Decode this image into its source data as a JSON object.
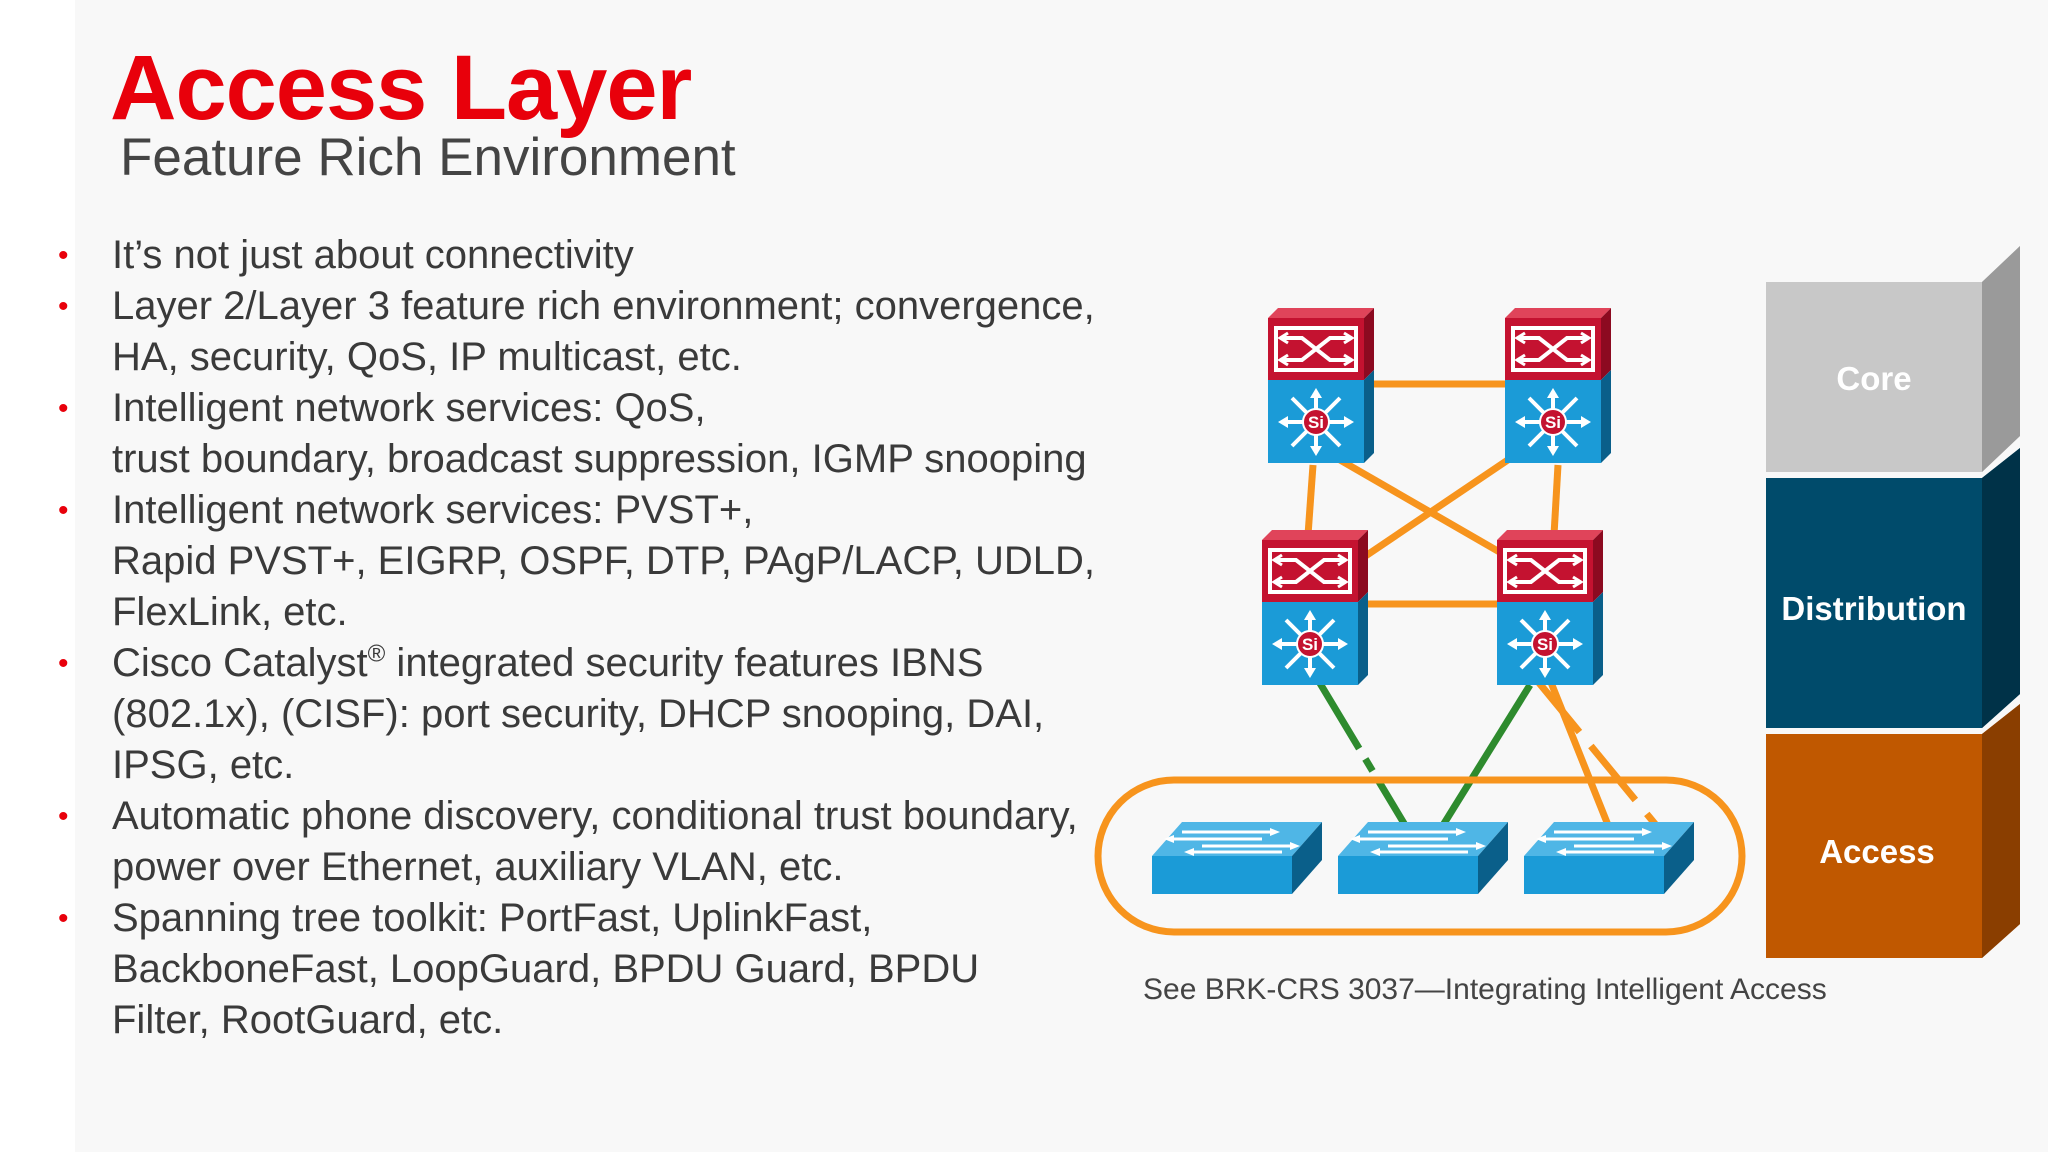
{
  "title": "Access Layer",
  "subtitle": "Feature Rich Environment",
  "bullets": [
    {
      "lines": "It’s not just about connectivity",
      "sup": "",
      "after": ""
    },
    {
      "lines": "Layer 2/Layer 3 feature rich environment; convergence,\nHA, security, QoS, IP multicast, etc.",
      "sup": "",
      "after": ""
    },
    {
      "lines": "Intelligent network services: QoS,\ntrust boundary, broadcast suppression, IGMP snooping",
      "sup": "",
      "after": ""
    },
    {
      "lines": "Intelligent network services: PVST+,\nRapid PVST+, EIGRP, OSPF, DTP, PAgP/LACP, UDLD,\nFlexLink, etc.",
      "sup": "",
      "after": ""
    },
    {
      "lines": "Cisco Catalyst",
      "sup": "®",
      "after": " integrated security features IBNS\n(802.1x), (CISF): port security, DHCP snooping,  DAI,\nIPSG, etc."
    },
    {
      "lines": "Automatic phone discovery,  conditional trust boundary,\npower over Ethernet, auxiliary VLAN, etc.",
      "sup": "",
      "after": ""
    },
    {
      "lines": "Spanning tree toolkit: PortFast, UplinkFast,\nBackboneFast, LoopGuard, BPDU Guard, BPDU\nFilter, RootGuard, etc.",
      "sup": "",
      "after": ""
    }
  ],
  "bullet_marker": "•",
  "switch_badge": "Si",
  "layers": {
    "core": "Core",
    "distribution": "Distribution",
    "access": "Access"
  },
  "caption": "See BRK-CRS 3037—Integrating Intelligent Access",
  "colors": {
    "title": "#e8000b",
    "link_orange": "#f7941d",
    "link_green": "#2e8b2e",
    "core_block": "#c8c8c8",
    "distribution_block": "#004b6b",
    "access_block": "#c05800",
    "highlight_ellipse": "#f7941d",
    "switch_blue": "#1b9bd7",
    "router_red": "#c41230"
  },
  "icons": [
    "layer3-switch-icon",
    "access-switch-icon"
  ]
}
